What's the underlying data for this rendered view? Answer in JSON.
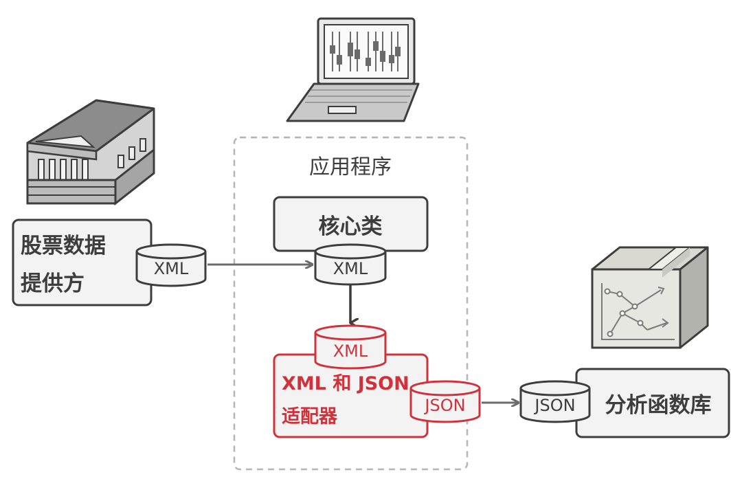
{
  "diagram": {
    "app_container_label": "应用程序",
    "stock_provider_label_1": "股票数据",
    "stock_provider_label_2": "提供方",
    "core_class_label": "核心类",
    "adapter_label_1": "XML 和 JSON",
    "adapter_label_2": "适配器",
    "analytics_label": "分析函数库",
    "format_xml": "XML",
    "format_json": "JSON",
    "colors": {
      "outline": "#3d3d3d",
      "box_fill": "#f3f3f3",
      "adapter_red": "#d0323b",
      "dashed_border": "#b5b5b5",
      "arrow": "#6b6b6b"
    }
  }
}
